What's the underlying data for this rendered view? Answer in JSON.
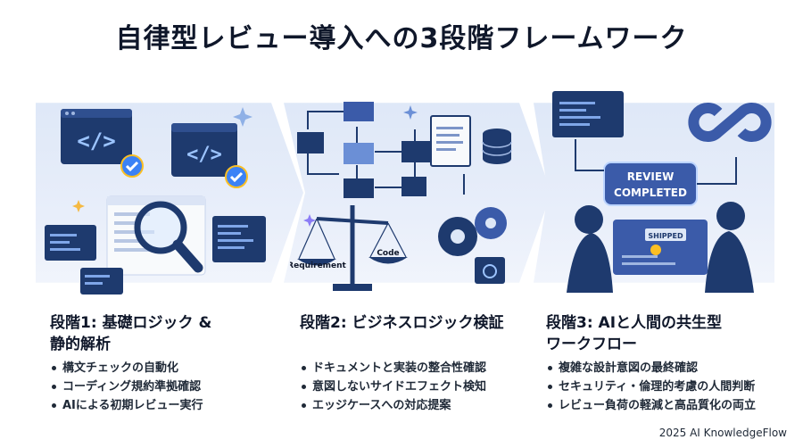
{
  "title": "自律型レビュー導入への3段階フレームワーク",
  "stages": [
    {
      "heading_line1": "段階1: 基礎ロジック &",
      "heading_line2": "静的解析",
      "bullets": [
        "構文チェックの自動化",
        "コーディング規約準拠確認",
        "AIによる初期レビュー実行"
      ]
    },
    {
      "heading_line1": "段階2: ビジネスロジック検証",
      "heading_line2": "",
      "bullets": [
        "ドキュメントと実装の整合性確認",
        "意図しないサイドエフェクト検知",
        "エッジケースへの対応提案"
      ]
    },
    {
      "heading_line1": "段階3: AIと人間の共生型",
      "heading_line2": "ワークフロー",
      "bullets": [
        "複雑な設計意図の最終確認",
        "セキュリティ・倫理的考慮の人間判断",
        "レビュー負荷の軽減と高品質化の両立"
      ]
    }
  ],
  "illustration": {
    "code_tag": "</>",
    "scale_left": "Requirement",
    "scale_right": "Code",
    "review_line1": "REVIEW",
    "review_line2": "COMPLETED",
    "shipped": "SHIPPED"
  },
  "footer": "2025 AI KnowledgeFlow",
  "colors": {
    "navy": "#1e3a6e",
    "mid": "#3b5ba9",
    "light": "#dde7f7",
    "accent": "#f59e0b"
  }
}
